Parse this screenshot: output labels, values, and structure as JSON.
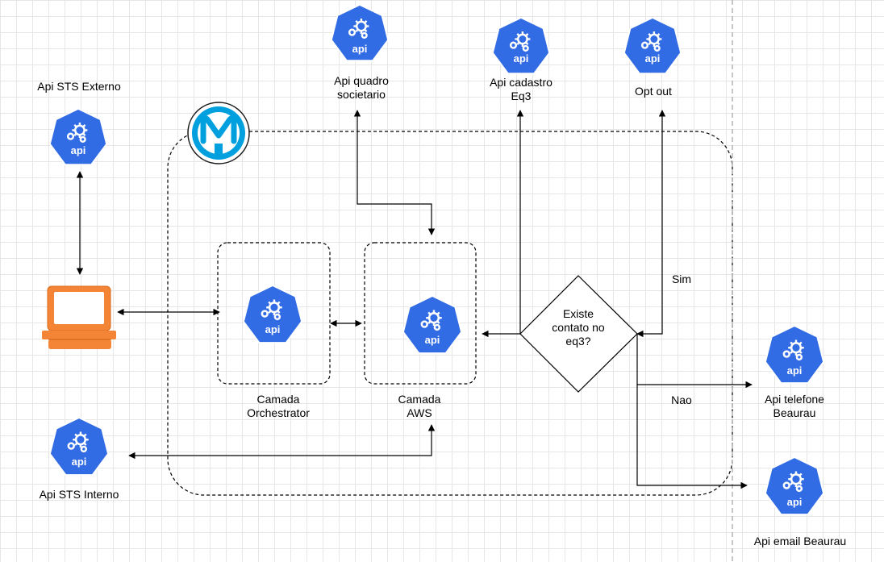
{
  "labels": {
    "sts_externo": "Api STS Externo",
    "quadro": "Api quadro\nsocietario",
    "cadastro": "Api cadastro\nEq3",
    "optout": "Opt out",
    "orchestrator": "Camada\nOrchestrator",
    "aws": "Camada\nAWS",
    "decision": "Existe\ncontato no\neq3?",
    "sim": "Sim",
    "nao": "Nao",
    "telefone": "Api telefone\nBeaurau",
    "email": "Api email Beaurau",
    "sts_interno": "Api STS Interno"
  },
  "api_icon_text": "api",
  "logo_letter": "M",
  "colors": {
    "api_blue": "#326ce5",
    "computer_orange": "#f58536",
    "logo_blue": "#00a0df"
  }
}
